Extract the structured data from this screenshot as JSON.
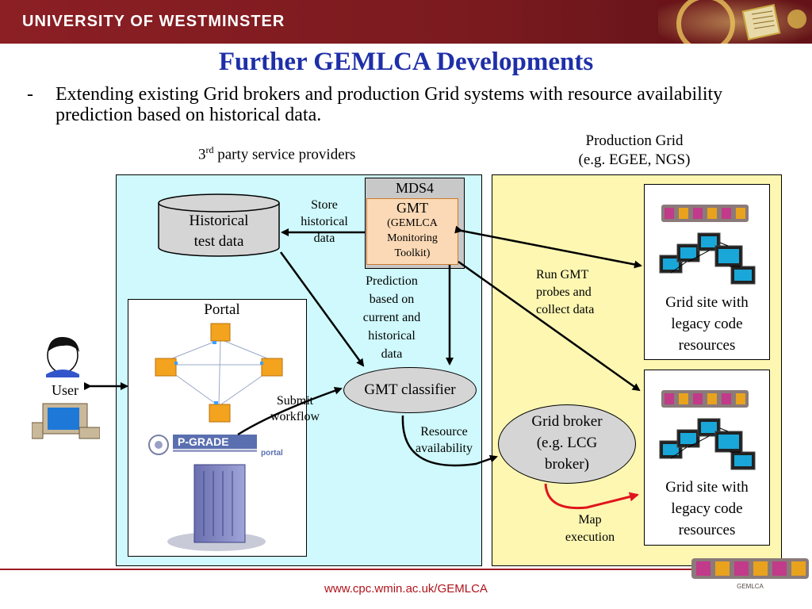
{
  "header": {
    "university": "UNIVERSITY OF WESTMINSTER",
    "title": "Further GEMLCA Developments"
  },
  "bullet": {
    "marker": "-",
    "text": "Extending existing Grid brokers and production Grid systems with resource availability prediction based on historical data."
  },
  "diagram": {
    "third_party_label": "party service providers",
    "third_party_prefix": "3",
    "third_party_sup": "rd",
    "production_grid_line1": "Production Grid",
    "production_grid_line2": "(e.g. EGEE, NGS)",
    "historical_line1": "Historical",
    "historical_line2": "test data",
    "store_line1": "Store",
    "store_line2": "historical",
    "store_line3": "data",
    "mds4": "MDS4",
    "gmt": "GMT",
    "gmt_sub1": "(GEMLCA",
    "gmt_sub2": "Monitoring",
    "gmt_sub3": "Toolkit)",
    "prediction_lines": [
      "Prediction",
      "based on",
      "current and",
      "historical",
      "data"
    ],
    "portal": "Portal",
    "user": "User",
    "submit_line1": "Submit",
    "submit_line2": "workflow",
    "classifier": "GMT classifier",
    "resource_line1": "Resource",
    "resource_line2": "availability",
    "run_gmt_lines": [
      "Run GMT",
      "probes and",
      "collect data"
    ],
    "broker_lines": [
      "Grid broker",
      "(e.g. LCG",
      "broker)"
    ],
    "map_line1": "Map",
    "map_line2": "execution",
    "site_lines": [
      "Grid site with",
      "legacy code",
      "resources"
    ],
    "pgrade_logo": "P-GRADE",
    "pgrade_portal": "portal",
    "gemlca_logo": "GEMLCA"
  },
  "footer": {
    "url": "www.cpc.wmin.ac.uk/GEMLCA"
  },
  "colors": {
    "banner": "#8b1f24",
    "title": "#1e2fa8",
    "left_panel": "#cff9fc",
    "right_panel": "#fdf7b2",
    "gmt_box": "#fbd9b6",
    "map_arrow": "#e0151b",
    "footer_url": "#b0131b"
  }
}
